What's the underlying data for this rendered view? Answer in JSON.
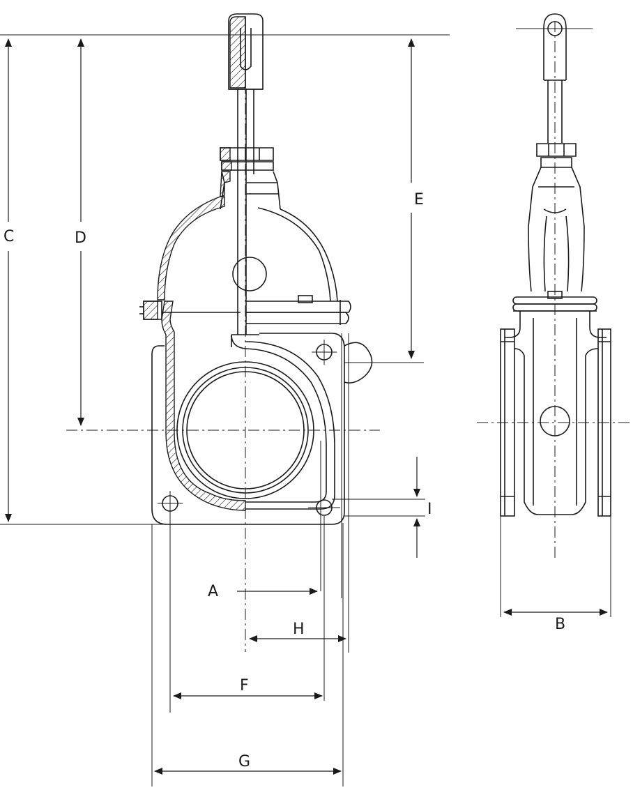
{
  "labels": {
    "A": "A",
    "B": "B",
    "C": "C",
    "D": "D",
    "E": "E",
    "F": "F",
    "G": "G",
    "H": "H",
    "I": "I"
  },
  "colors": {
    "line": "#1a1a1a",
    "background": "#ffffff"
  }
}
